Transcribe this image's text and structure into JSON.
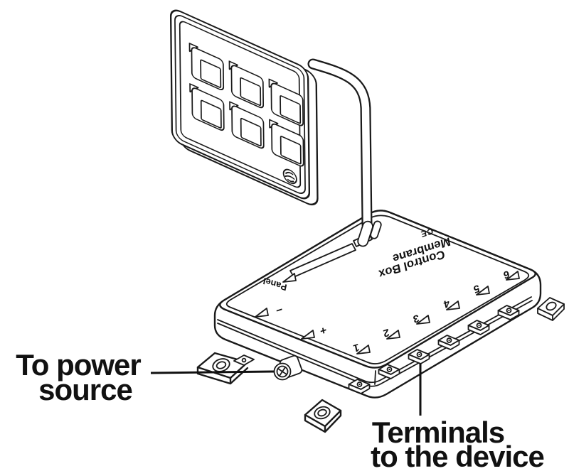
{
  "diagram": {
    "power_label": {
      "line1": "To power",
      "line2": "source"
    },
    "terminal_label": {
      "line1": "Terminals",
      "line2": "to the device"
    },
    "box": {
      "name_line1": "Membrane",
      "name_line2": "Control Box",
      "ce_mark": "CE",
      "panel_port_label": "Panel",
      "plus_mark": "+",
      "minus_mark": "−",
      "terminal_numbers": [
        "1",
        "2",
        "3",
        "4",
        "5",
        "6"
      ]
    },
    "keypad": {
      "rows": 2,
      "cols": 3,
      "button_count": 6
    },
    "colors": {
      "line": "#1a1a1a",
      "background": "#ffffff"
    }
  }
}
